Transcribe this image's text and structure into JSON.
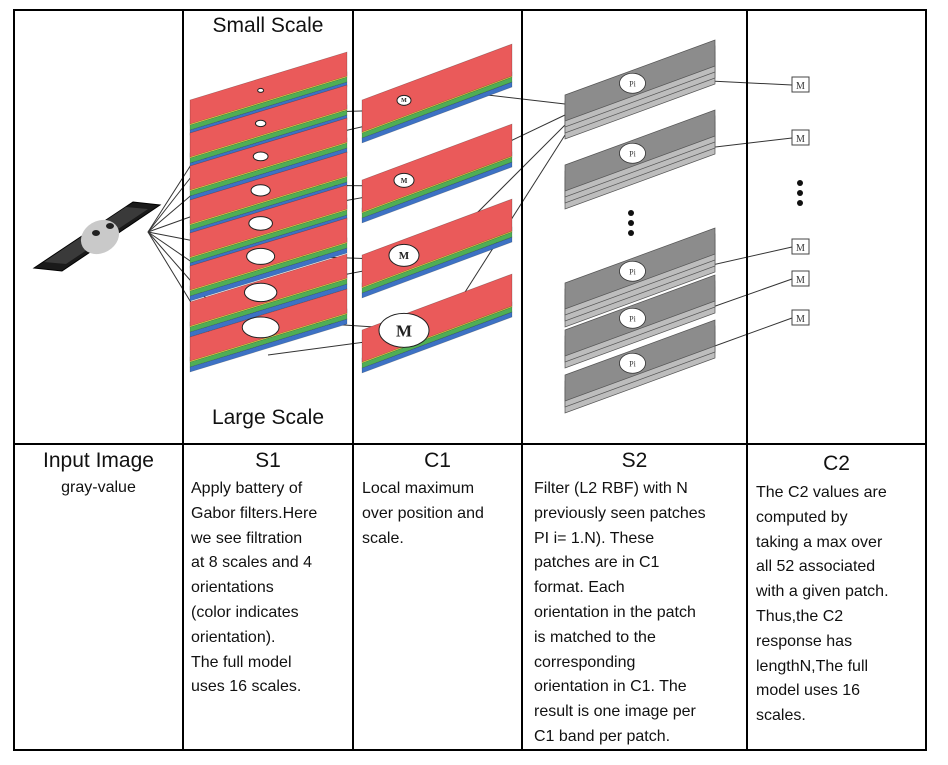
{
  "top_labels": {
    "small_scale": "Small Scale",
    "large_scale": "Large Scale"
  },
  "columns": {
    "input": {
      "title": "Input Image",
      "subtitle": "gray-value"
    },
    "s1": {
      "title": "S1",
      "lines": [
        "Apply battery of",
        "Gabor filters.Here",
        "we see filtration",
        "at 8 scales and 4",
        "orientations",
        "(color indicates",
        "orientation).",
        "The full model",
        "uses 16 scales."
      ]
    },
    "c1": {
      "title": "C1",
      "lines": [
        "Local maximum",
        "over position and",
        "scale."
      ]
    },
    "s2": {
      "title": "S2",
      "lines": [
        "Filter (L2 RBF) with N",
        "previously seen patches",
        "PI i= 1.N). These",
        "patches are in C1",
        "format. Each",
        "orientation in the patch",
        "is matched to the",
        "corresponding",
        "orientation in C1. The",
        "result is one image per",
        "C1 band per patch."
      ]
    },
    "c2": {
      "title": "C2",
      "lines": [
        "The C2 values are",
        "computed by",
        "taking a max over",
        "all 52 associated",
        "with a given patch.",
        "Thus,the C2",
        "response has",
        "lengthN,The full",
        "model uses 16",
        "scales."
      ]
    }
  },
  "unit_labels": {
    "max": "M",
    "patch": "Pi"
  },
  "colors": {
    "layer_red": "#ea5a5a",
    "layer_yellow": "#f2e24a",
    "layer_green": "#4fae55",
    "layer_blue": "#3d72c4",
    "layer_gray": "#8a8a8a",
    "border": "#000000"
  }
}
